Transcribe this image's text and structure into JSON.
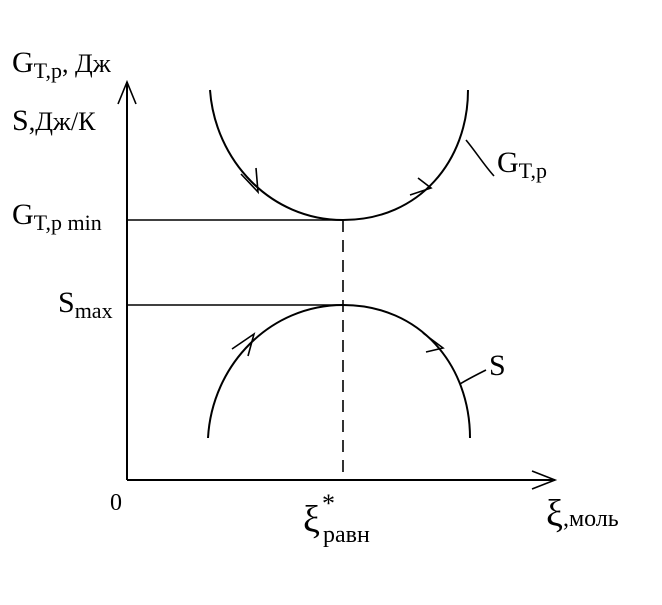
{
  "axes": {
    "y_label_g": {
      "main": "G",
      "sub": "T,p",
      "unit": ", Дж"
    },
    "y_label_s": {
      "main": "S",
      "unit": ",Дж/К"
    },
    "x_label": {
      "main": "ξ",
      "unit": ",моль"
    },
    "origin": "0"
  },
  "ticks": {
    "g_min": {
      "main": "G",
      "sub": "T,p min"
    },
    "s_max": {
      "main": "S",
      "sub": "max"
    },
    "xi_eq": {
      "main": "ξ",
      "sup": "*",
      "sub": "равн"
    }
  },
  "curves": {
    "g_label": {
      "main": "G",
      "sub": "T,p"
    },
    "s_label": "S"
  }
}
